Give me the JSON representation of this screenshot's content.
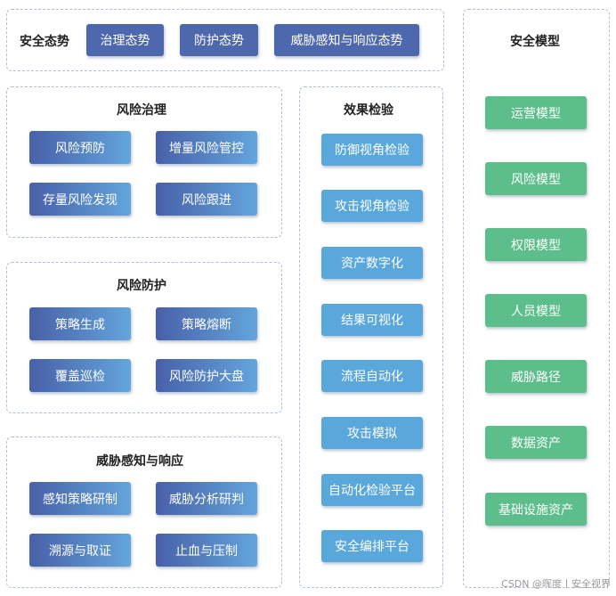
{
  "posture": {
    "title": "安全态势",
    "buttons": [
      "治理态势",
      "防护态势",
      "威胁感知与响应态势"
    ]
  },
  "risk_governance": {
    "title": "风险治理",
    "buttons": [
      "风险预防",
      "增量风险管控",
      "存量风险发现",
      "风险跟进"
    ]
  },
  "risk_protection": {
    "title": "风险防护",
    "buttons": [
      "策略生成",
      "策略熔断",
      "覆盖巡检",
      "风险防护大盘"
    ]
  },
  "threat_response": {
    "title": "威胁感知与响应",
    "buttons": [
      "感知策略研制",
      "威胁分析研判",
      "溯源与取证",
      "止血与压制"
    ]
  },
  "effect_verification": {
    "title": "效果检验",
    "buttons": [
      "防御视角检验",
      "攻击视角检验",
      "资产数字化",
      "结果可视化",
      "流程自动化",
      "攻击模拟",
      "自动化检验平台",
      "安全编排平台"
    ]
  },
  "security_models": {
    "title": "安全模型",
    "buttons": [
      "运营模型",
      "风险模型",
      "权限模型",
      "人员模型",
      "威胁路径",
      "数据资产",
      "基础设施资产"
    ]
  },
  "watermark": "CSDN @晖度丨安全视界",
  "colors": {
    "border": "#aebfd6",
    "navy": "#4e68ad",
    "gradient_start": "#4860a8",
    "gradient_end": "#63a5dc",
    "sky": "#5aa7dc",
    "green": "#5cbe8a"
  }
}
